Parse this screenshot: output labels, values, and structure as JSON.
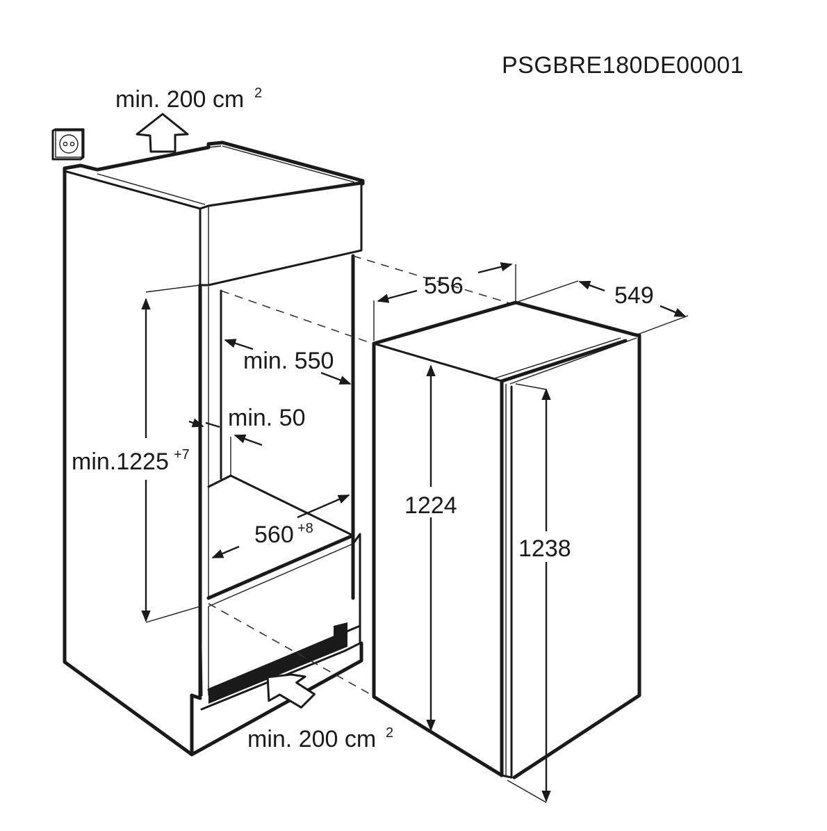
{
  "diagram": {
    "title_code": "PSGBRE180DE00001",
    "type": "built-in refrigerator installation dimensions",
    "units": "mm",
    "ventilation": {
      "top_label": "min. 200 cm",
      "top_label_sup": "2",
      "bottom_label": "min. 200 cm",
      "bottom_label_sup": "2"
    },
    "niche": {
      "height_label": "min.1225",
      "height_tolerance": "+7",
      "depth_label": "min. 550",
      "gap_label": "min. 50",
      "width_label": "560",
      "width_tolerance": "+8"
    },
    "appliance": {
      "width_label": "556",
      "depth_label": "549",
      "body_height_label": "1224",
      "total_height_label": "1238"
    },
    "icons": {
      "socket": "power-socket-icon",
      "top_arrow": "airflow-up-arrow-icon",
      "bottom_arrow": "airflow-in-arrow-icon"
    },
    "colors": {
      "line": "#1a1a1a",
      "background": "#ffffff"
    }
  }
}
